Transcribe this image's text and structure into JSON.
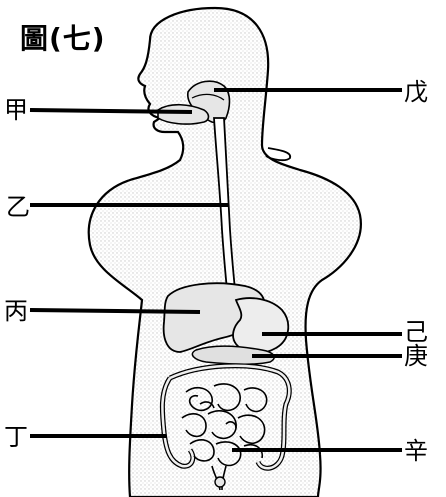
{
  "figure": {
    "title": "圖(七)"
  },
  "labels": {
    "jia": "甲",
    "yi": "乙",
    "bing": "丙",
    "ding": "丁",
    "wu": "戊",
    "ji": "己",
    "geng": "庚",
    "xin": "辛"
  },
  "colors": {
    "outline": "#000000",
    "fill": "#f2f2f2",
    "organ_fill": "#e6e6e6"
  }
}
